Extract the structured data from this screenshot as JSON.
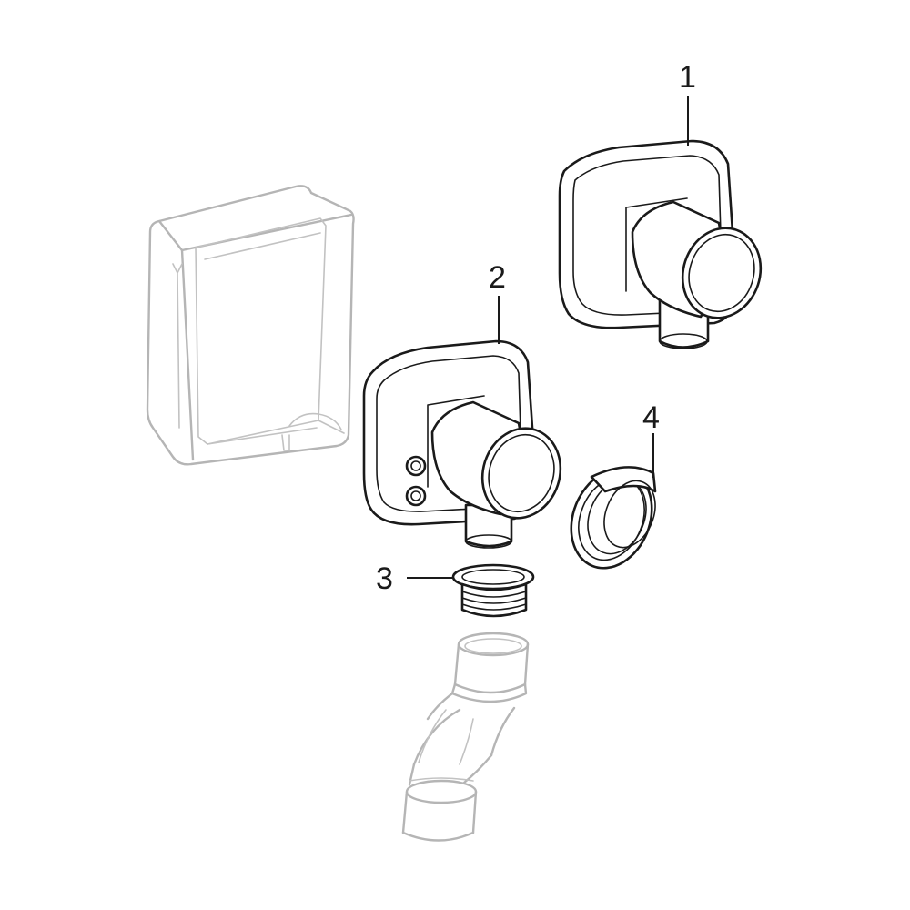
{
  "callouts": {
    "part1": "1",
    "part2": "2",
    "part3": "3",
    "part4": "4"
  },
  "colors": {
    "ink": "#1a1a1a",
    "ghost": "#b5b5b5",
    "background": "#ffffff"
  }
}
